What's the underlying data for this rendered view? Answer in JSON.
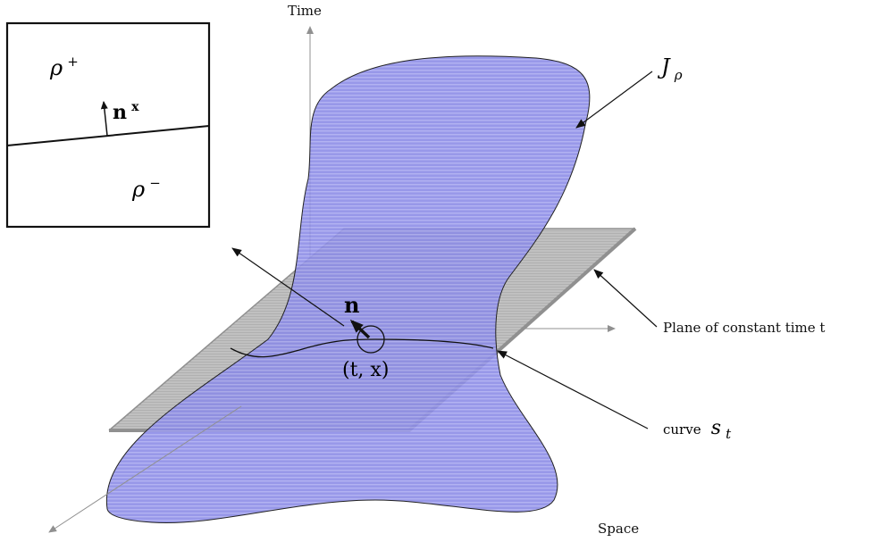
{
  "labels": {
    "time_axis": "Time",
    "space_axis": "Space",
    "plane_label": "Plane of constant time t",
    "curve_label_prefix": "curve",
    "curve_symbol": "s",
    "curve_subscript": "t",
    "surface_symbol": "J",
    "surface_subscript": "ρ",
    "normal": "n",
    "point": "(t, x)"
  },
  "inset": {
    "rho_plus_base": "ρ",
    "rho_plus_sup": "+",
    "rho_minus_base": "ρ",
    "rho_minus_sup": "−",
    "normal_base": "n",
    "normal_sup": "x"
  },
  "colors": {
    "surface_fill": "#8a8ae6",
    "surface_stripe": "#a9a9f0",
    "plane_fill": "#a8a8a8",
    "plane_edge": "#808080",
    "axis": "#909090",
    "ink": "#111111"
  }
}
